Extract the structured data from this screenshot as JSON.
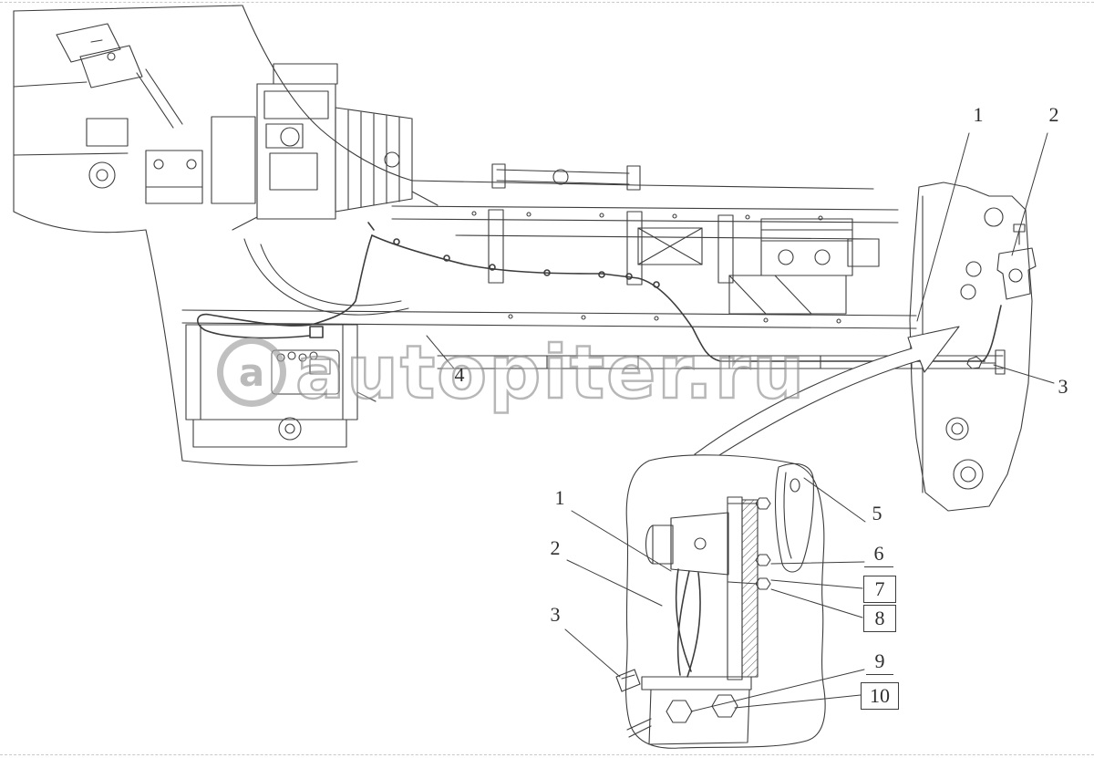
{
  "watermark": {
    "logo_letter": "a",
    "text": "autopiter.ru"
  },
  "callouts": {
    "frame_1": "1",
    "frame_2": "2",
    "frame_3": "3",
    "harness_4": "4",
    "detail_1": "1",
    "detail_2": "2",
    "detail_3": "3",
    "detail_5": "5",
    "detail_6": "6",
    "detail_7": "7",
    "detail_8": "8",
    "detail_9": "9",
    "detail_10": "10"
  },
  "colors": {
    "line": "#3d3d3d",
    "watermark_gray": "#8f8f8f",
    "background": "#ffffff"
  }
}
